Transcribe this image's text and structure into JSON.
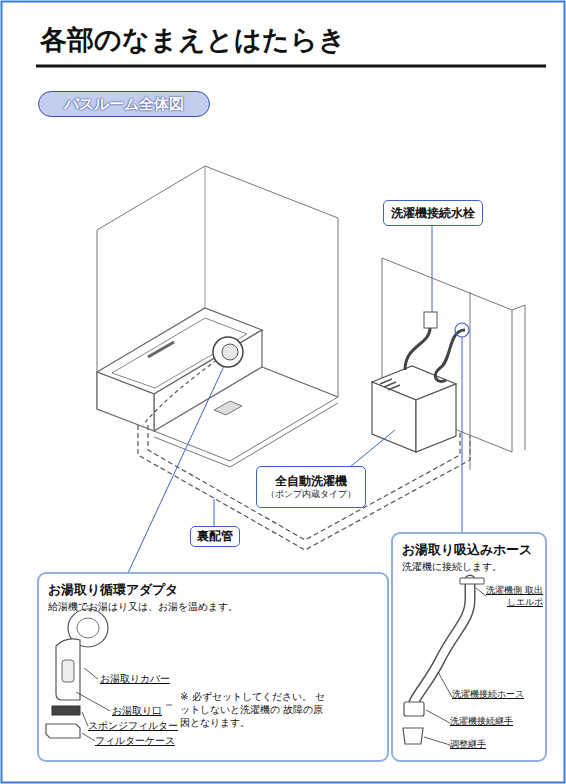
{
  "diagram": {
    "title": "各部のなまえとはたらき",
    "nodes": [
      {
        "text": [
          "バスルーム全体図"
        ]
      },
      {
        "text": [
          "洗濯機接続水栓"
        ]
      },
      {
        "text": [
          "全自動洗濯機",
          "（ポンプ内蔵タイプ）"
        ]
      },
      {
        "text": [
          "裏配管"
        ]
      },
      {
        "text": [
          "お湯取り循環アダプタ",
          "給湯機でお湯はり又は、お湯を温めます。"
        ]
      },
      {
        "text": [
          "お湯取り吸込みホース",
          "洗濯機に接続します。"
        ]
      }
    ],
    "labels": [
      "お湯取りカバー",
      "お湯取り口",
      "スポンジフィルター",
      "フィルターケース",
      "※ 必ずセットしてください。 セットしないと洗濯機の 故障の原因となります。",
      "洗濯機側 取出しエルボ",
      "洗濯機接続ホース",
      "洗濯機接続継手",
      "調整継手"
    ]
  }
}
